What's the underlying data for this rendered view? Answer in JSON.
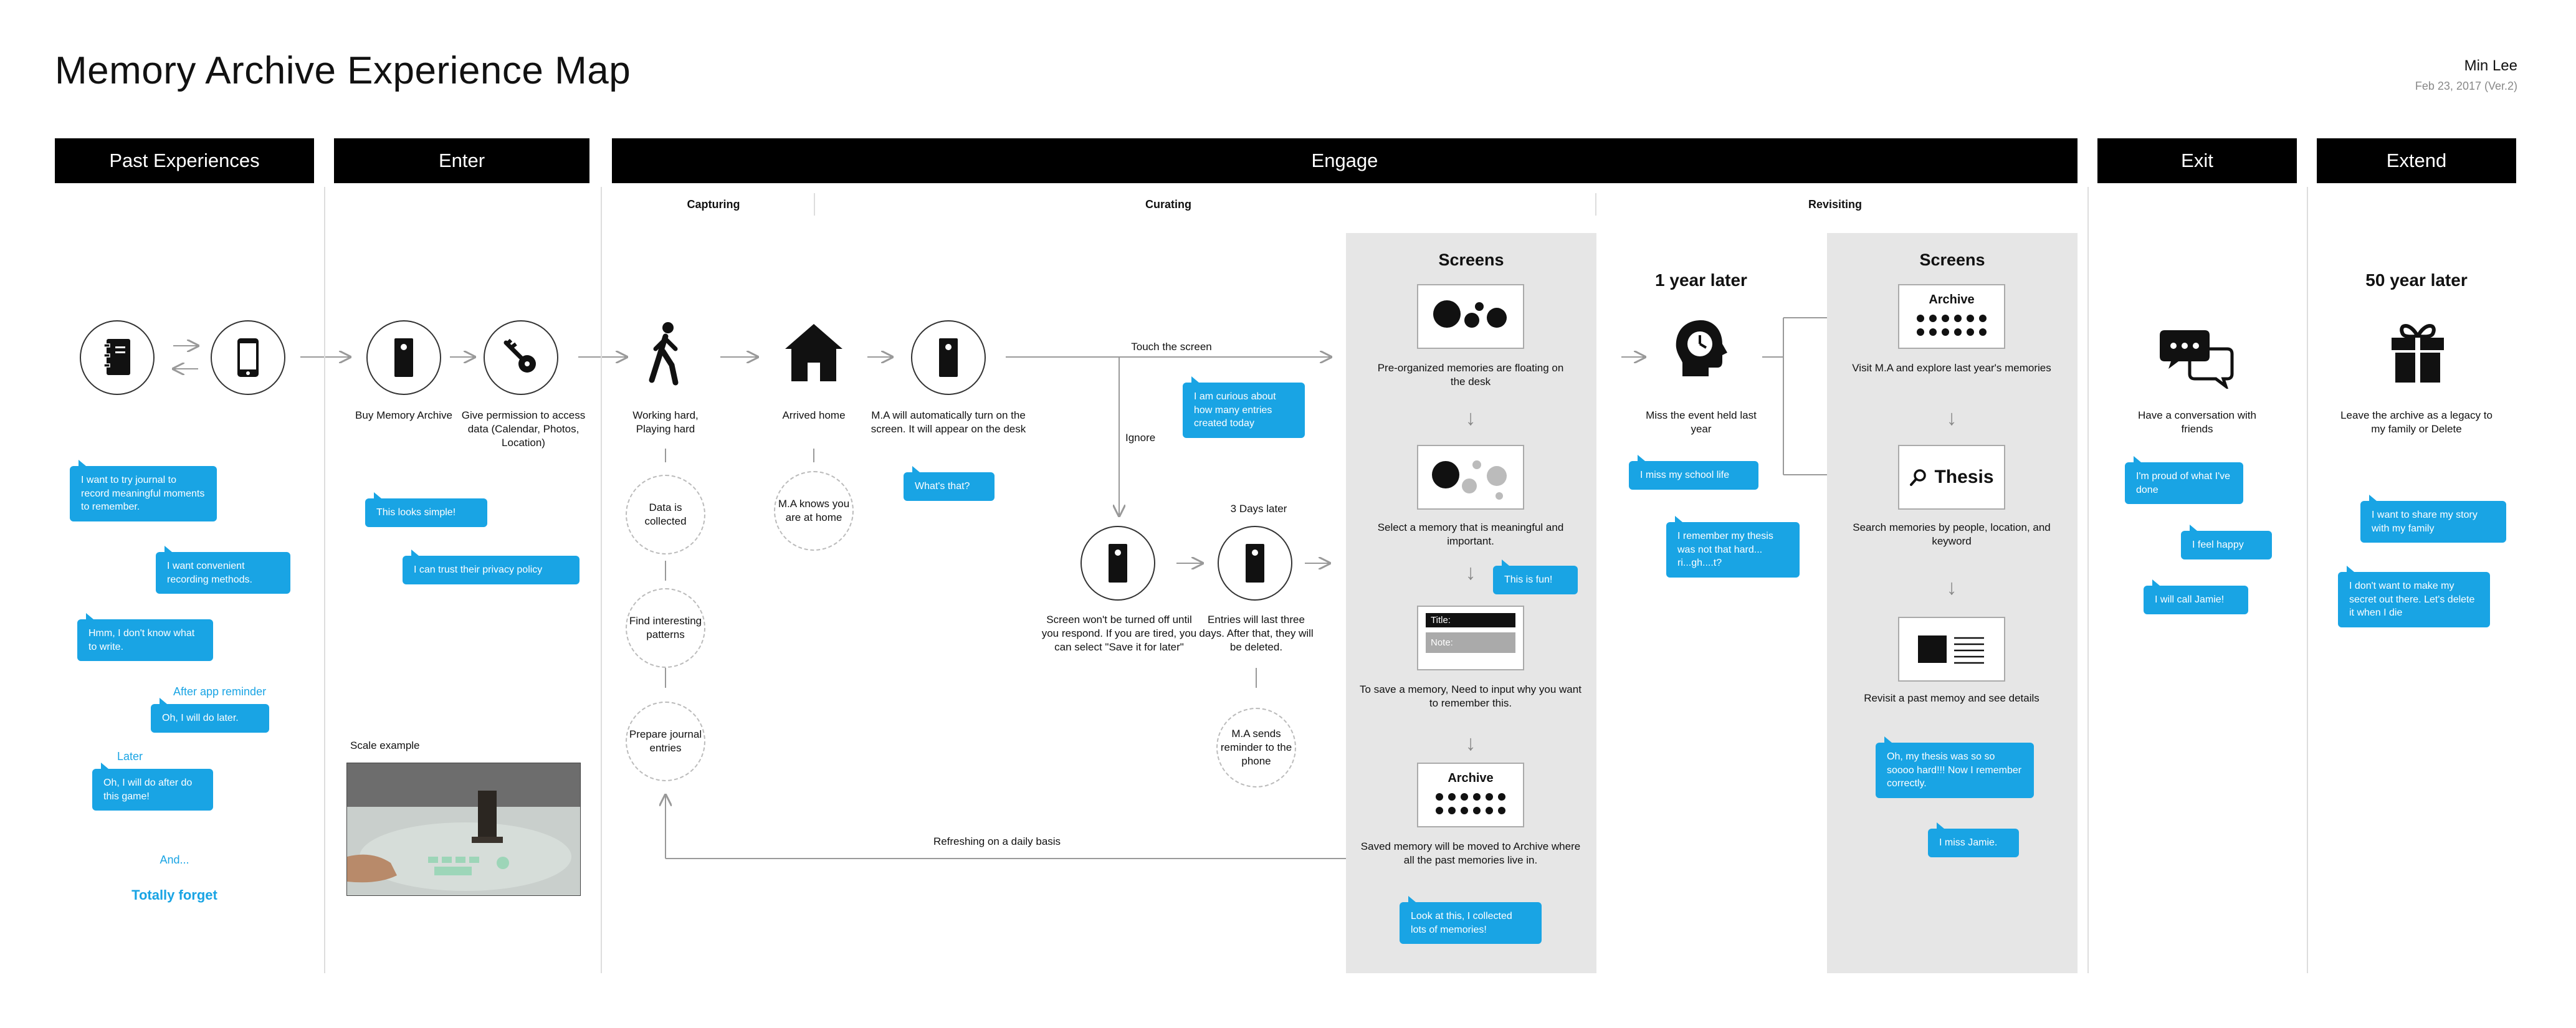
{
  "header": {
    "title": "Memory Archive Experience Map",
    "author": "Min Lee",
    "date": "Feb 23, 2017 (Ver.2)"
  },
  "phases": {
    "past": "Past Experiences",
    "enter": "Enter",
    "engage": "Engage",
    "exit": "Exit",
    "extend": "Extend"
  },
  "subphases": {
    "capturing": "Capturing",
    "curating": "Curating",
    "revisiting": "Revisiting"
  },
  "past": {
    "bubbles": [
      "I want to try journal to record meaningful moments to remember.",
      "I want convenient recording methods.",
      "Hmm, I don't know what to write.",
      "Oh, I will do later.",
      "Oh, I will do after do this game!"
    ],
    "after_reminder": "After app reminder",
    "later": "Later",
    "and": "And...",
    "forget": "Totally forget"
  },
  "enter": {
    "buy": "Buy Memory Archive",
    "permission": "Give permission to access data (Calendar, Photos, Location)",
    "bubble1": "This looks simple!",
    "bubble2": "I can trust their privacy policy",
    "scale": "Scale example"
  },
  "engage": {
    "working": "Working hard, Playing hard",
    "home": "Arrived home",
    "turnon": "M.A will automatically turn on the screen. It will appear on the desk",
    "data_collected": "Data is collected",
    "find_patterns": "Find interesting patterns",
    "prepare": "Prepare journal entries",
    "knows_home": "M.A knows you are at home",
    "whats_that": "What's that?",
    "touch": "Touch the screen",
    "ignore": "Ignore",
    "curious": "I am curious about how many entries created today",
    "three_days": "3 Days later",
    "wont_off": "Screen won't be turned off until you respond. If you are tired, you can select \"Save it for later\"",
    "entries_last": "Entries will last three days. After that, they will be deleted.",
    "reminder": "M.A sends reminder to the phone",
    "refreshing": "Refreshing on a daily basis",
    "screens": "Screens",
    "s1": "Pre-organized memories are floating on the desk",
    "s2": "Select a memory that is meaningful and important.",
    "fun": "This is fun!",
    "card_title": "Title:",
    "card_note": "Note:",
    "s3": "To save a memory, Need to input why you want to remember this.",
    "archive": "Archive",
    "s4": "Saved memory will be moved to Archive where all the past memories live in.",
    "collected": "Look at this, I collected lots of memories!"
  },
  "revisit": {
    "one_year": "1 year later",
    "miss_event": "Miss the event held last year",
    "miss_school": "I miss my school life",
    "remember_thesis": "I remember my thesis was not that hard... ri...gh....t?",
    "screens": "Screens",
    "archive": "Archive",
    "visit": "Visit M.A and explore last year's memories",
    "thesis": "Thesis",
    "search": "Search memories by people, location, and keyword",
    "revisit_past": "Revisit a past memoy and see details",
    "thesis_hard": "Oh, my thesis was so so soooo hard!!! Now I remember correctly.",
    "miss_jamie": "I miss Jamie."
  },
  "exit": {
    "conversation": "Have a conversation with friends",
    "proud": "I'm proud of what I've done",
    "happy": "I feel happy",
    "call": "I will call Jamie!"
  },
  "extend": {
    "fifty": "50 year later",
    "legacy": "Leave the archive as a legacy to my family or Delete",
    "share": "I want to share my story with my family",
    "secret": "I don't want to make my secret out there. Let's delete it when I die"
  },
  "colors": {
    "bubble": "#19a4e4",
    "phase_bar": "#000000",
    "panel": "#e6e6e6"
  }
}
